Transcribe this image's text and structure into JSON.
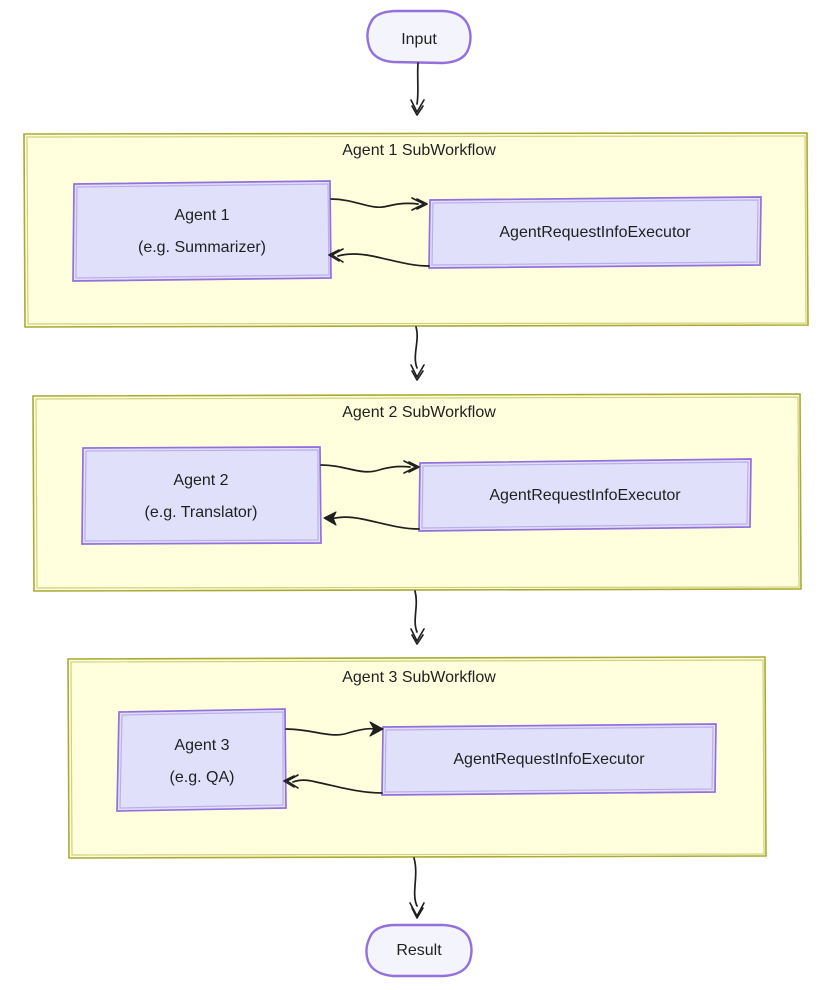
{
  "diagram": {
    "type": "flowchart",
    "direction": "top-to-bottom",
    "title": "",
    "style": "hand-drawn-sketch",
    "colors": {
      "cluster_fill": "#ffffde",
      "cluster_stroke": "#aaaa33",
      "node_fill": "#e0e0fa",
      "node_stroke": "#9370db",
      "terminal_fill": "#f4f4fc",
      "terminal_stroke": "#9370db",
      "edge_stroke": "#1f1f1f",
      "text": "#1f2020",
      "background": "#ffffff"
    }
  },
  "terminals": {
    "input": {
      "label": "Input",
      "shape": "stadium"
    },
    "result": {
      "label": "Result",
      "shape": "stadium"
    }
  },
  "clusters": [
    {
      "id": "sub1",
      "title": "Agent 1 SubWorkflow",
      "nodes": [
        {
          "id": "agent1",
          "line1": "Agent 1",
          "line2": "(e.g. Summarizer)"
        },
        {
          "id": "exec1",
          "line1": "AgentRequestInfoExecutor",
          "line2": ""
        }
      ]
    },
    {
      "id": "sub2",
      "title": "Agent 2 SubWorkflow",
      "nodes": [
        {
          "id": "agent2",
          "line1": "Agent 2",
          "line2": "(e.g. Translator)"
        },
        {
          "id": "exec2",
          "line1": "AgentRequestInfoExecutor",
          "line2": ""
        }
      ]
    },
    {
      "id": "sub3",
      "title": "Agent 3 SubWorkflow",
      "nodes": [
        {
          "id": "agent3",
          "line1": "Agent 3",
          "line2": "(e.g. QA)"
        },
        {
          "id": "exec3",
          "line1": "AgentRequestInfoExecutor",
          "line2": ""
        }
      ]
    }
  ],
  "edges": [
    {
      "from": "input",
      "to": "sub1",
      "label": ""
    },
    {
      "from": "agent1",
      "to": "exec1",
      "label": ""
    },
    {
      "from": "exec1",
      "to": "agent1",
      "label": ""
    },
    {
      "from": "sub1",
      "to": "sub2",
      "label": ""
    },
    {
      "from": "agent2",
      "to": "exec2",
      "label": ""
    },
    {
      "from": "exec2",
      "to": "agent2",
      "label": ""
    },
    {
      "from": "sub2",
      "to": "sub3",
      "label": ""
    },
    {
      "from": "agent3",
      "to": "exec3",
      "label": ""
    },
    {
      "from": "exec3",
      "to": "agent3",
      "label": ""
    },
    {
      "from": "sub3",
      "to": "result",
      "label": ""
    }
  ]
}
